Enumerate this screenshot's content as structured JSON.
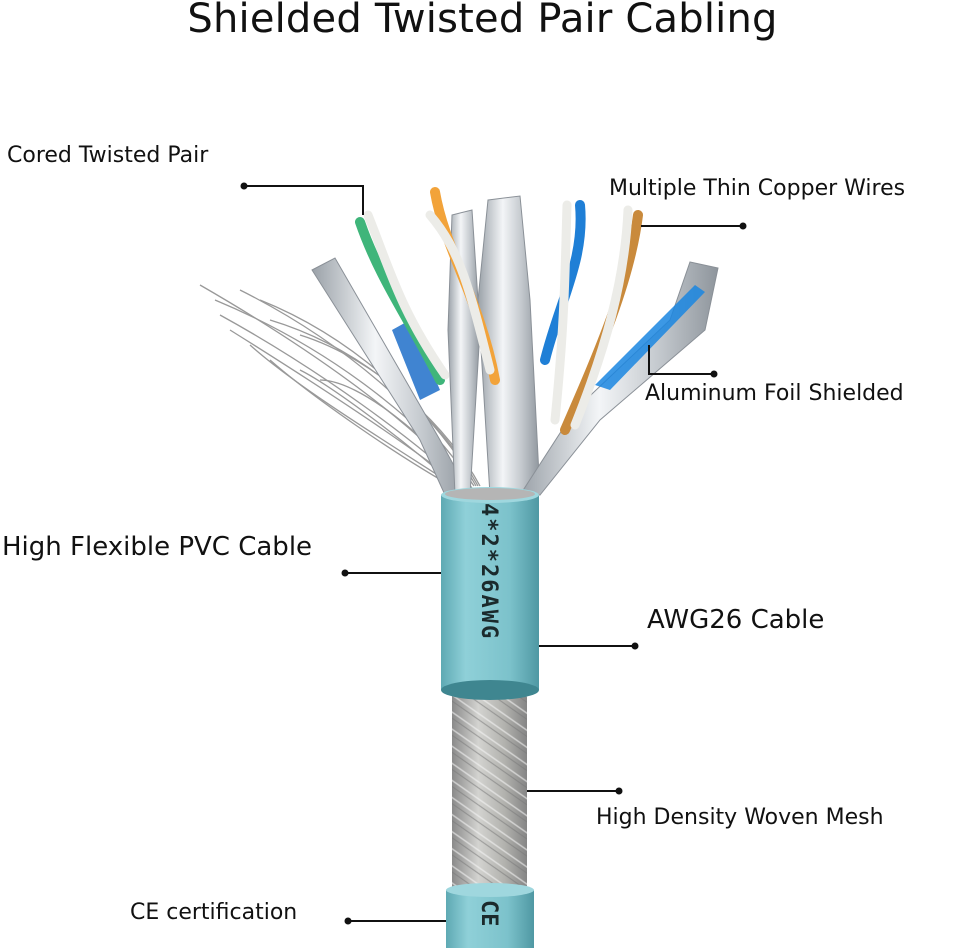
{
  "title": "Shielded Twisted Pair Cabling",
  "labels": {
    "cored_twisted_pair": "Cored Twisted Pair",
    "multiple_thin_copper_wires": "Multiple Thin Copper Wires",
    "aluminum_foil_shielded": "Aluminum Foil Shielded",
    "high_flexible_pvc_cable": "High Flexible PVC Cable",
    "awg26_cable": "AWG26 Cable",
    "high_density_woven_mesh": "High Density Woven Mesh",
    "ce_certification": "CE certification"
  },
  "cable_markings": {
    "upper_sleeve": "4*2*26AWG",
    "lower_sleeve": "CE"
  },
  "colors": {
    "jacket": "#7ec3cc",
    "jacket_dark": "#4f9aa5",
    "braid": "#a9a9a9",
    "foil": "#d9dde2",
    "wire_green": "#3fb57a",
    "wire_orange": "#f2a33a",
    "wire_blue": "#1f7fd6",
    "wire_brown": "#c98a3c",
    "wire_white": "#ecece8"
  }
}
